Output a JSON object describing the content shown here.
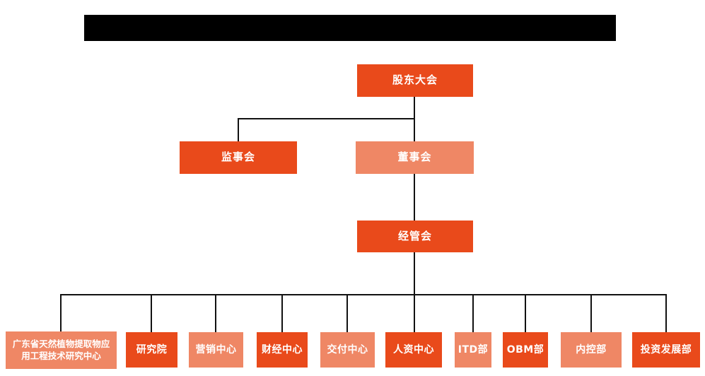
{
  "title_bar": {
    "redacted": true,
    "color": "#000000"
  },
  "colors": {
    "primary": "#E94A1B",
    "secondary": "#EF8765",
    "line": "#111111",
    "text": "#FFFFFF",
    "background": "#FFFFFF"
  },
  "org_chart": {
    "type": "org-tree",
    "nodes": [
      {
        "id": "shareholders-meeting",
        "label": "股东大会",
        "variant": "dark",
        "level": 1,
        "parent": null
      },
      {
        "id": "supervisory-board",
        "label": "监事会",
        "variant": "dark",
        "level": 2,
        "parent": "shareholders-meeting"
      },
      {
        "id": "board-of-directors",
        "label": "董事会",
        "variant": "light",
        "level": 2,
        "parent": "shareholders-meeting"
      },
      {
        "id": "management-committee",
        "label": "经管会",
        "variant": "dark",
        "level": 3,
        "parent": "board-of-directors"
      },
      {
        "id": "gd-plant-extract-research-center",
        "label": "广东省天然植物提取物应用工程技术研究中心",
        "variant": "light",
        "level": 4,
        "parent": "management-committee"
      },
      {
        "id": "research-institute",
        "label": "研究院",
        "variant": "dark",
        "level": 4,
        "parent": "management-committee"
      },
      {
        "id": "marketing-center",
        "label": "营销中心",
        "variant": "light",
        "level": 4,
        "parent": "management-committee"
      },
      {
        "id": "finance-center",
        "label": "财经中心",
        "variant": "dark",
        "level": 4,
        "parent": "management-committee"
      },
      {
        "id": "delivery-center",
        "label": "交付中心",
        "variant": "light",
        "level": 4,
        "parent": "management-committee"
      },
      {
        "id": "hr-center",
        "label": "人资中心",
        "variant": "dark",
        "level": 4,
        "parent": "management-committee"
      },
      {
        "id": "itd-department",
        "label": "ITD部",
        "variant": "light",
        "level": 4,
        "parent": "management-committee"
      },
      {
        "id": "obm-department",
        "label": "OBM部",
        "variant": "dark",
        "level": 4,
        "parent": "management-committee"
      },
      {
        "id": "internal-control-department",
        "label": "内控部",
        "variant": "light",
        "level": 4,
        "parent": "management-committee"
      },
      {
        "id": "investment-development-department",
        "label": "投资发展部",
        "variant": "dark",
        "level": 4,
        "parent": "management-committee"
      }
    ]
  }
}
